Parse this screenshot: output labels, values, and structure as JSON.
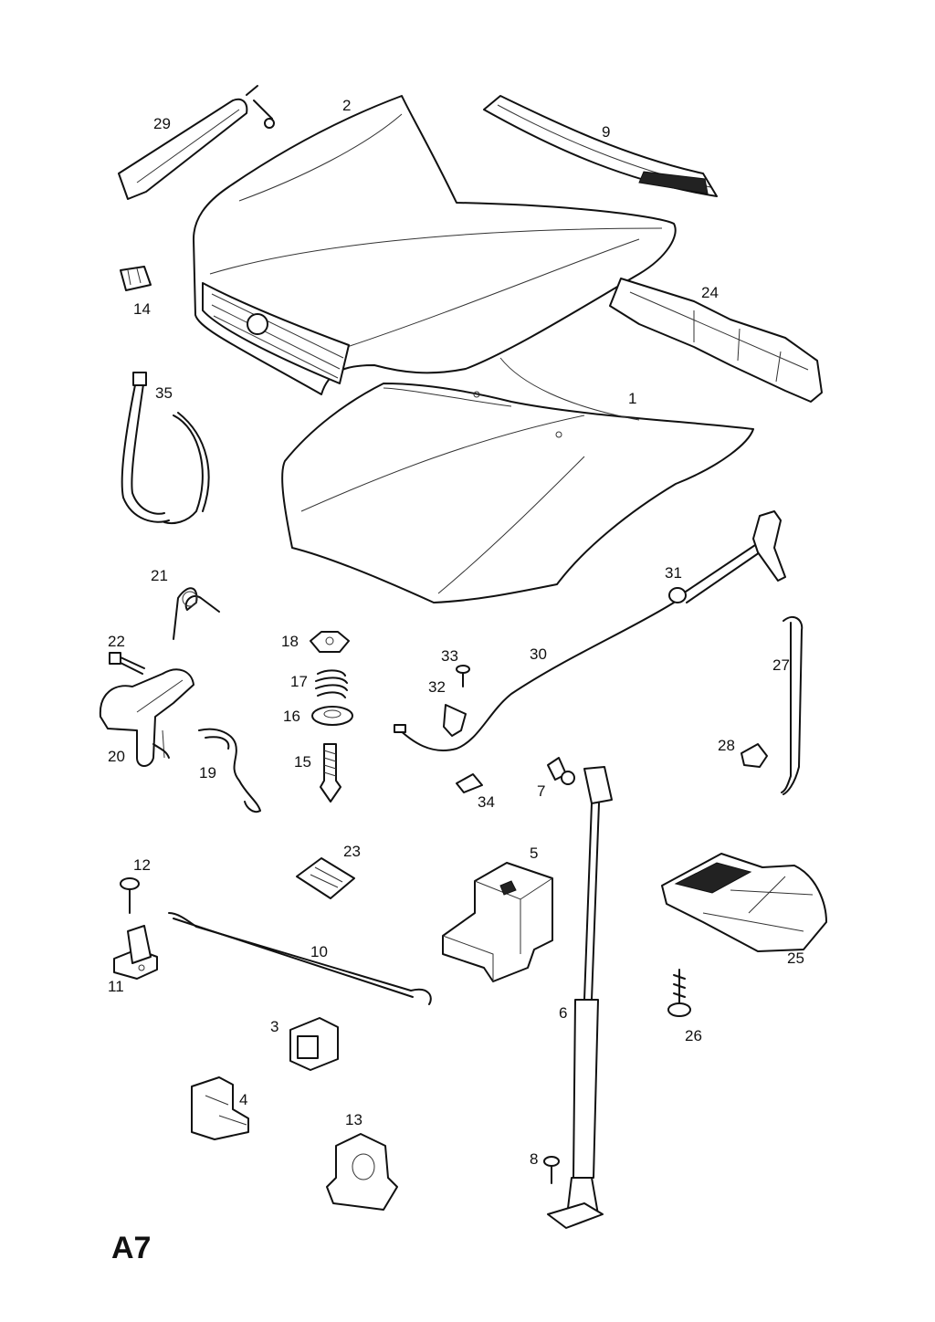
{
  "page": {
    "id": "A7"
  },
  "parts": [
    {
      "label": "1",
      "icon": "bonnet-inner-panel-icon"
    },
    {
      "label": "2",
      "icon": "bonnet-outer-panel-icon"
    },
    {
      "label": "3",
      "icon": "buffer-clip-icon"
    },
    {
      "label": "4",
      "icon": "bracket-clip-icon"
    },
    {
      "label": "5",
      "icon": "support-block-icon"
    },
    {
      "label": "6",
      "icon": "gas-strut-icon"
    },
    {
      "label": "7",
      "icon": "ball-stud-icon"
    },
    {
      "label": "8",
      "icon": "bolt-icon"
    },
    {
      "label": "9",
      "icon": "windscreen-seal-icon"
    },
    {
      "label": "10",
      "icon": "support-rod-icon"
    },
    {
      "label": "11",
      "icon": "rod-holder-icon"
    },
    {
      "label": "12",
      "icon": "screw-icon"
    },
    {
      "label": "13",
      "icon": "rod-clip-icon"
    },
    {
      "label": "14",
      "icon": "clip-icon"
    },
    {
      "label": "15",
      "icon": "striker-pin-icon"
    },
    {
      "label": "16",
      "icon": "cup-washer-icon"
    },
    {
      "label": "17",
      "icon": "spring-icon"
    },
    {
      "label": "18",
      "icon": "nut-icon"
    },
    {
      "label": "19",
      "icon": "wire-spring-icon"
    },
    {
      "label": "20",
      "icon": "bonnet-lock-icon"
    },
    {
      "label": "21",
      "icon": "torsion-spring-icon"
    },
    {
      "label": "22",
      "icon": "bolt-icon"
    },
    {
      "label": "23",
      "icon": "speed-nut-icon"
    },
    {
      "label": "24",
      "icon": "insulation-strip-icon"
    },
    {
      "label": "25",
      "icon": "lock-bracket-icon"
    },
    {
      "label": "26",
      "icon": "screw-icon"
    },
    {
      "label": "27",
      "icon": "seal-strip-icon"
    },
    {
      "label": "28",
      "icon": "cap-nut-icon"
    },
    {
      "label": "29",
      "icon": "grille-trim-icon"
    },
    {
      "label": "30",
      "icon": "release-cable-icon"
    },
    {
      "label": "31",
      "icon": "release-handle-icon"
    },
    {
      "label": "32",
      "icon": "cable-clip-icon"
    },
    {
      "label": "33",
      "icon": "screw-icon"
    },
    {
      "label": "34",
      "icon": "clip-icon"
    },
    {
      "label": "35",
      "icon": "cable-tie-icon"
    }
  ]
}
